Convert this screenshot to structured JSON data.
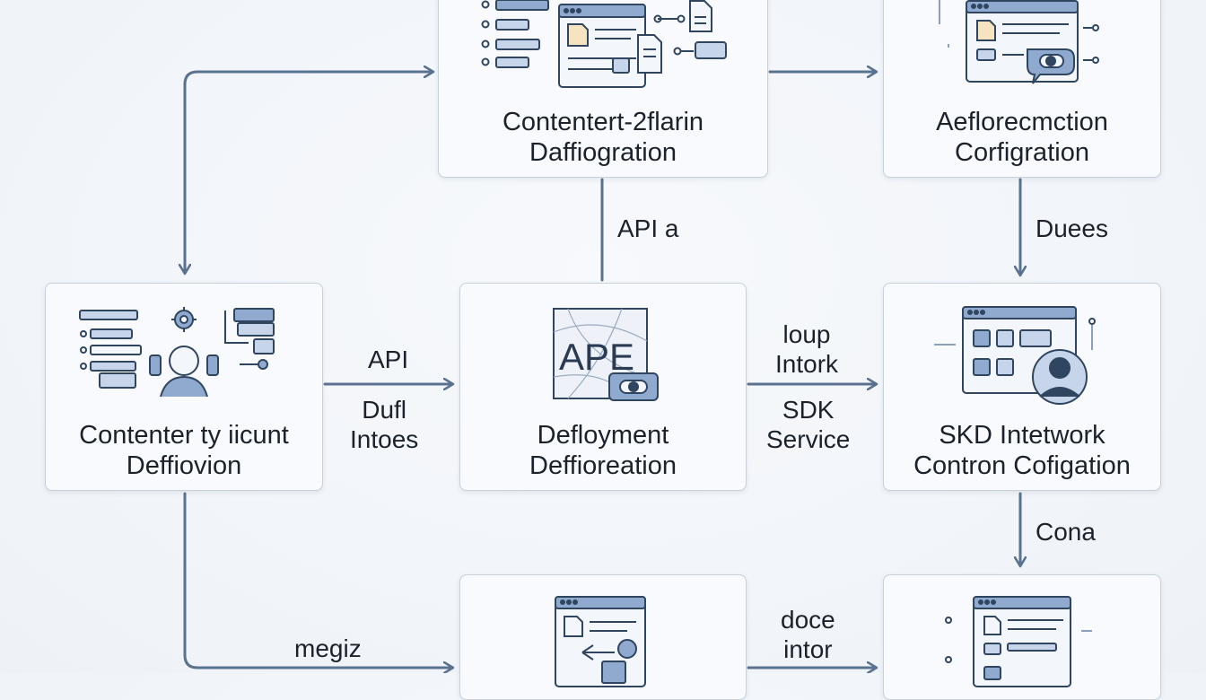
{
  "nodes": {
    "content_flow": [
      "Contentert-2flarin",
      "Daffiogration"
    ],
    "aeflo_config": [
      "Aeflorecmction",
      "Corfigration"
    ],
    "content_def": [
      "Contenter ty iicunt",
      "Deffiovion"
    ],
    "deployment": [
      "Defloyment",
      "Deffioreation"
    ],
    "skd_network": [
      "SKD Intetwork",
      "Contron Cofigation"
    ],
    "deployment_icon_text": "APE"
  },
  "edge_labels": {
    "api_a": "API a",
    "dues": "Duees",
    "api": "API",
    "dufl_intoes": [
      "Dufl",
      "Intoes"
    ],
    "loup_intork": [
      "loup",
      "Intork"
    ],
    "sdk_service": [
      "SDK",
      "Service"
    ],
    "cona": "Cona",
    "megiz": "megiz",
    "doce_intor": [
      "doce",
      "intor"
    ]
  },
  "colors": {
    "wire": "#5a7290",
    "accent": "#8fa9cf",
    "icon_stroke": "#2f4560",
    "doc_fill": "#f6e3c0"
  }
}
